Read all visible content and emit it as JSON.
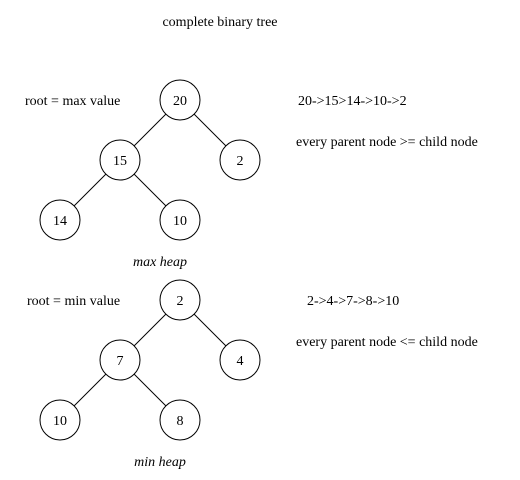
{
  "title": "complete binary tree",
  "heaps": [
    {
      "id": "max-heap",
      "root_label": "root = max value",
      "sequence": "20->15>14->10->2",
      "rule": "every parent node >= child node",
      "caption": "max heap",
      "nodes": [
        "20",
        "15",
        "2",
        "14",
        "10"
      ]
    },
    {
      "id": "min-heap",
      "root_label": "root = min value",
      "sequence": "2->4->7->8->10",
      "rule": "every parent node <= child node",
      "caption": "min heap",
      "nodes": [
        "2",
        "7",
        "4",
        "10",
        "8"
      ]
    }
  ]
}
